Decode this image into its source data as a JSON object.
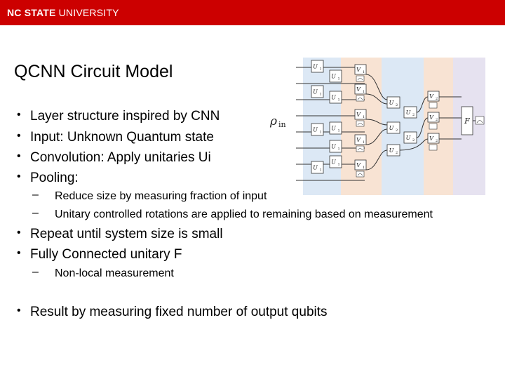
{
  "banner": {
    "brand_bold": "NC STATE",
    "brand_rest": "UNIVERSITY",
    "color": "#cc0000"
  },
  "title": "QCNN Circuit Model",
  "bullets": {
    "b0": "Layer structure inspired by CNN",
    "b1": "Input: Unknown Quantum state",
    "b2": "Convolution:  Apply unitaries Ui",
    "b3": "Pooling:",
    "b3_sub0": "Reduce size by measuring fraction of input",
    "b3_sub1": "Unitary controlled rotations are applied to remaining based on measurement",
    "b4": "Repeat until system size is small",
    "b5": "Fully Connected unitary F",
    "b5_sub0": "Non-local measurement",
    "b6": "Result by measuring fixed number of output qubits"
  },
  "symbols": {
    "bullet": "•",
    "dash": "–"
  },
  "figure": {
    "input_label": "ρ",
    "input_sub": "in",
    "u_label": "U",
    "v1_label": "V",
    "v2_label": "V",
    "sub1": "1",
    "sub2": "2",
    "f_label": "F",
    "band_colors": [
      "#dce8f5",
      "#f8e3d3",
      "#dce8f5",
      "#f8e3d3",
      "#e6e2f0"
    ]
  }
}
